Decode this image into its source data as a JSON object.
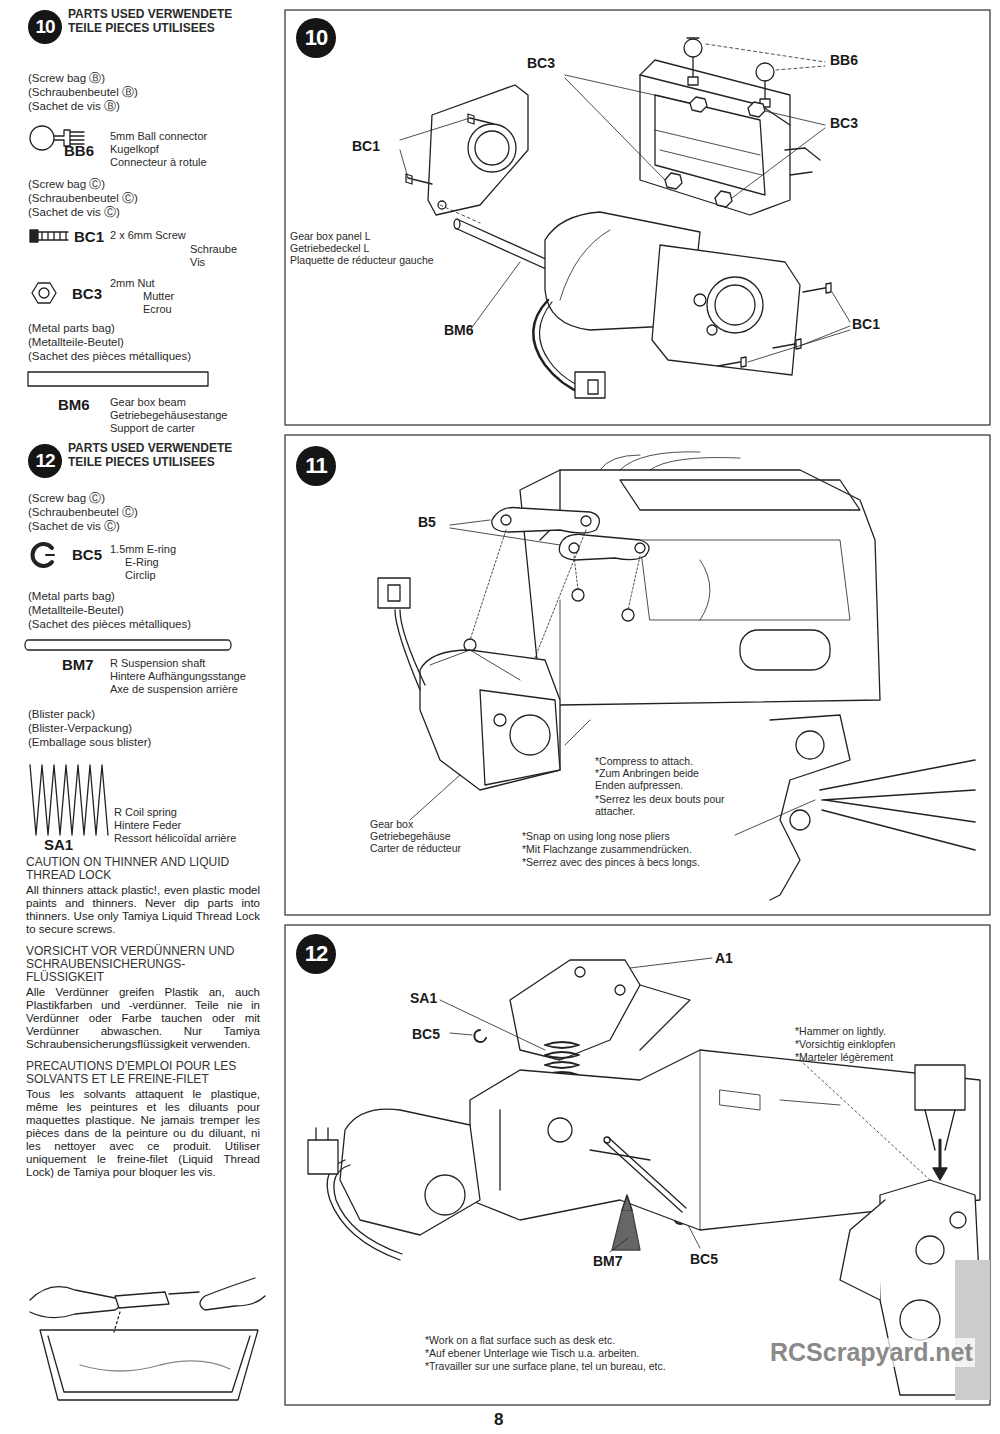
{
  "diagram": {
    "nodes": [
      {
        "text": [
          "10",
          "PARTS USED VERWENDETE TEILE PIECES UTILISEES"
        ]
      },
      {
        "text": [
          "12",
          "PARTS USED VERWENDETE TEILE PIECES UTILISEES"
        ]
      },
      {
        "text": [
          "10"
        ]
      },
      {
        "text": [
          "11"
        ]
      },
      {
        "text": [
          "12"
        ]
      }
    ],
    "labels": [
      "(Screw bag Ⓑ)",
      "(Schraubenbeutel Ⓑ)",
      "(Sachet de vis Ⓑ)",
      "BB6",
      "5mm Ball connector",
      "Kugelkopf",
      "Connecteur à rotule",
      "(Screw bag Ⓒ)",
      "(Schraubenbeutel Ⓒ)",
      "(Sachet de vis Ⓒ)",
      "BC1",
      "2 x 6mm Screw",
      "Schraube",
      "Vis",
      "BC3",
      "2mm Nut",
      "Mutter",
      "Ecrou",
      "(Metal parts bag)",
      "(Metallteile-Beutel)",
      "(Sachet des pièces métalliques)",
      "BM6",
      "Gear box beam",
      "Getriebegehäusestange",
      "Support de carter",
      "(Screw bag Ⓒ)",
      "(Schraubenbeutel Ⓒ)",
      "(Sachet de vis Ⓒ)",
      "BC5",
      "1.5mm E-ring",
      "E-Ring",
      "Circlip",
      "(Metal parts bag)",
      "(Metallteile-Beutel)",
      "(Sachet des pièces métalliques)",
      "BM7",
      "R Suspension shaft",
      "Hintere Aufhängungsstange",
      "Axe de suspension arrière",
      "(Blister pack)",
      "(Blister-Verpackung)",
      "(Emballage sous blister)",
      "SA1",
      "R Coil spring",
      "Hintere Feder",
      "Ressort hélicoïdal arrière",
      "CAUTION ON THINNER AND LIQUID THREAD LOCK",
      "All thinners attack plastic!, even plastic model paints and thinners. Never dip parts into thinners. Use only Tamiya Liquid Thread Lock to secure screws.",
      "VORSICHT VOR VERDÜNNERN UND SCHRAUBENSICHERUNGS-FLÜSSIGKEIT",
      "Alle Verdünner greifen Plastik an, auch Plastikfarben und -verdünner. Teile nie in Verdünner oder Farbe tauchen oder mit Verdünner abwaschen. Nur Tamiya Schraubensicherungsflüssigkeit verwenden.",
      "PRECAUTIONS D'EMPLOI POUR LES SOLVANTS ET LE FREINE-FILET",
      "Tous les solvants attaquent le plastique, même les peintures et les diluants pour maquettes plastique. Ne jamais tremper les pièces dans de la peinture ou du diluant, ni les nettoyer avec ce produit. Utiliser uniquement le freine-filet (Liquid Thread Lock) de Tamiya pour bloquer les vis.",
      "BC3",
      "BB6",
      "BC3",
      "BC1",
      "Gear box panel L",
      "Getriebedeckel L",
      "Plaquette de réducteur gauche",
      "BM6",
      "BC1",
      "B5",
      "*Compress to attach.",
      "*Zum Anbringen beide Enden aufpressen.",
      "*Serrez les deux bouts pour attacher.",
      "Gear box",
      "Getriebegehäuse",
      "Carter de réducteur",
      "*Snap on using long nose pliers",
      "*Mit Flachzange zusammendrücken.",
      "*Serrez avec des pinces à becs longs.",
      "A1",
      "SA1",
      "BC5",
      "*Hammer on lightly.",
      "*Vorsichtig einklopfen",
      "*Marteler légèrement",
      "BM7",
      "BC5",
      "*Work on a flat surface such as desk etc.",
      "*Auf ebener Unterlage wie Tisch u.a. arbeiten.",
      "*Travailler sur une surface plane, tel un bureau, etc.",
      "RCScrapyard.net",
      "8"
    ]
  }
}
